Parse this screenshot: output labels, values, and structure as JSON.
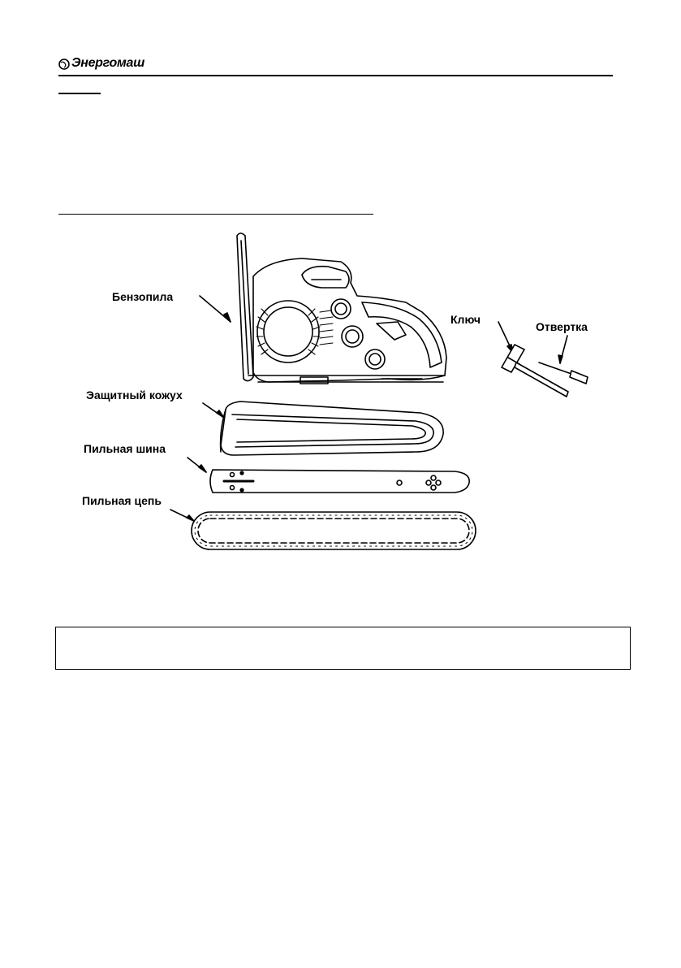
{
  "header": {
    "brand": "Энергомаш"
  },
  "components": {
    "chainsaw": "Бензопила",
    "wrench": "Ключ",
    "screwdriver": "Отвертка",
    "guard": "Эащитный кожух",
    "bar": "Пильная шина",
    "chain": "Пильная цепь"
  }
}
